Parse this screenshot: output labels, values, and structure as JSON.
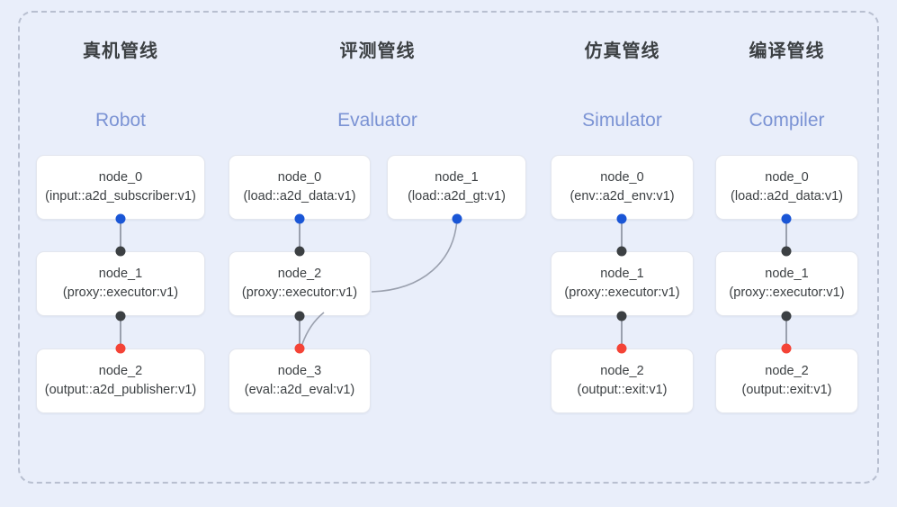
{
  "panel": {
    "border_style": "dashed",
    "border_color": "#b8bfd0",
    "background": "#e9eefa"
  },
  "palette": {
    "title_cn_color": "#3c4043",
    "title_en_color": "#7b93d4",
    "node_bg": "#ffffff",
    "node_border": "#e3e6ee",
    "port_input": "#1a56d6",
    "port_mid": "#3c4043",
    "port_output": "#f44336",
    "edge": "#9aa0ae"
  },
  "columns": [
    {
      "id": "robot",
      "title_cn": "真机管线",
      "title_en": "Robot",
      "nodes": [
        {
          "name": "node_0",
          "spec": "(input::a2d_subscriber:v1)"
        },
        {
          "name": "node_1",
          "spec": "(proxy::executor:v1)"
        },
        {
          "name": "node_2",
          "spec": "(output::a2d_publisher:v1)"
        }
      ]
    },
    {
      "id": "evaluator",
      "title_cn": "评测管线",
      "title_en": "Evaluator",
      "nodes": [
        {
          "name": "node_0",
          "spec": "(load::a2d_data:v1)"
        },
        {
          "name": "node_1",
          "spec": "(load::a2d_gt:v1)"
        },
        {
          "name": "node_2",
          "spec": "(proxy::executor:v1)"
        },
        {
          "name": "node_3",
          "spec": "(eval::a2d_eval:v1)"
        }
      ]
    },
    {
      "id": "simulator",
      "title_cn": "仿真管线",
      "title_en": "Simulator",
      "nodes": [
        {
          "name": "node_0",
          "spec": "(env::a2d_env:v1)"
        },
        {
          "name": "node_1",
          "spec": "(proxy::executor:v1)"
        },
        {
          "name": "node_2",
          "spec": "(output::exit:v1)"
        }
      ]
    },
    {
      "id": "compiler",
      "title_cn": "编译管线",
      "title_en": "Compiler",
      "nodes": [
        {
          "name": "node_0",
          "spec": "(load::a2d_data:v1)"
        },
        {
          "name": "node_1",
          "spec": "(proxy::executor:v1)"
        },
        {
          "name": "node_2",
          "spec": "(output::exit:v1)"
        }
      ]
    }
  ]
}
